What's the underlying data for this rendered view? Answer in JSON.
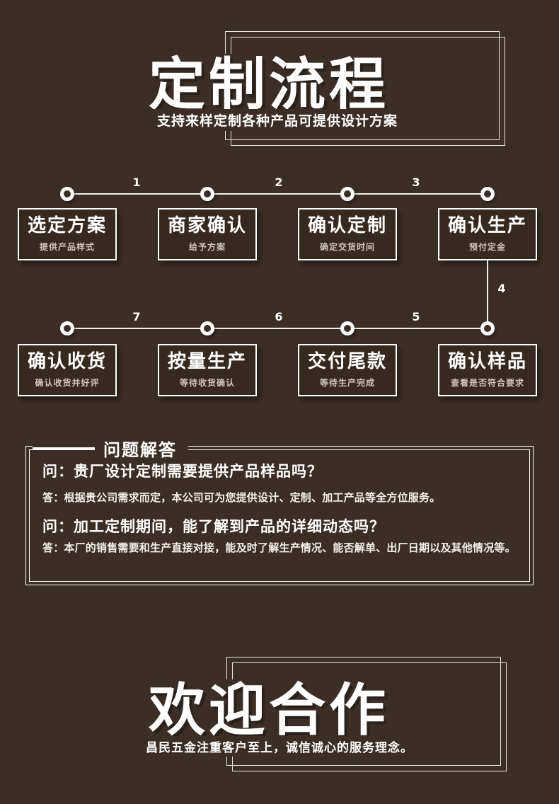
{
  "colors": {
    "background": "#3a2e26",
    "text": "#ffffff",
    "muted_text": "#cfc5bd"
  },
  "header": {
    "title": "定制流程",
    "subtitle": "支持来样定制各种产品可提供设计方案"
  },
  "flow": {
    "row1": {
      "numbers": [
        "1",
        "2",
        "3"
      ],
      "steps": [
        {
          "title": "选定方案",
          "desc": "提供产品样式"
        },
        {
          "title": "商家确认",
          "desc": "给予方案"
        },
        {
          "title": "确认定制",
          "desc": "确定交货时间"
        },
        {
          "title": "确认生产",
          "desc": "预付定金"
        }
      ]
    },
    "turn_number": "4",
    "row2": {
      "numbers": [
        "7",
        "6",
        "5"
      ],
      "steps": [
        {
          "title": "确认收货",
          "desc": "确认收货并好评"
        },
        {
          "title": "按量生产",
          "desc": "等待收货确认"
        },
        {
          "title": "交付尾款",
          "desc": "等待生产完成"
        },
        {
          "title": "确认样品",
          "desc": "查看是否符合要求"
        }
      ]
    }
  },
  "qa": {
    "title": "问题解答",
    "items": [
      {
        "q": "问：贵厂设计定制需要提供产品样品吗？",
        "a": "答：根据贵公司需求而定，本公司可为您提供设计、定制、加工产品等全方位服务。"
      },
      {
        "q": "问：加工定制期间，能了解到产品的详细动态吗？",
        "a": "答：本厂的销售需要和生产直接对接，能及时了解生产情况、能否解单、出厂日期以及其他情况等。"
      }
    ]
  },
  "footer": {
    "title": "欢迎合作",
    "subtitle": "昌民五金注重客户至上，诚信诚心的服务理念。"
  }
}
